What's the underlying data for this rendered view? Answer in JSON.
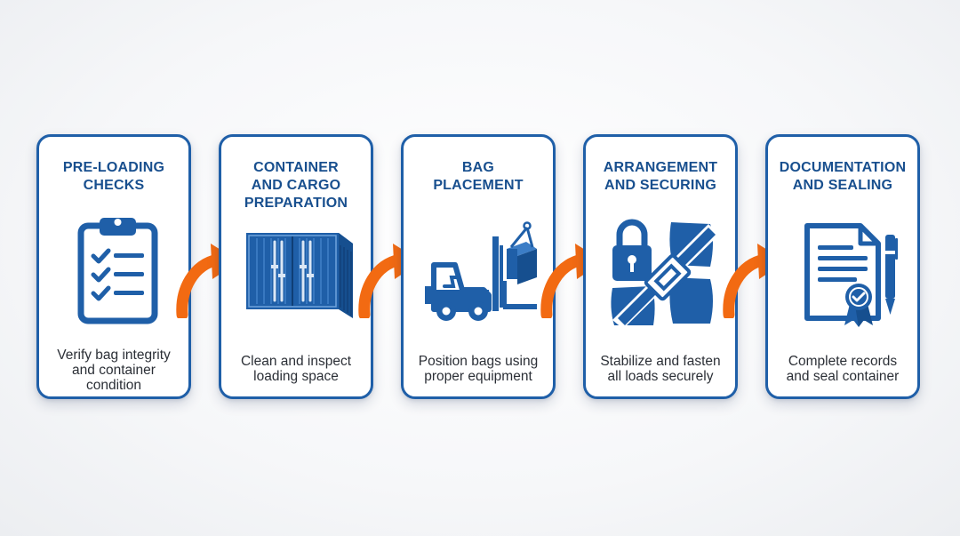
{
  "colors": {
    "primary_blue": "#1f5fa8",
    "dark_blue": "#184f8e",
    "accent_orange": "#f26a12",
    "text_dark": "#2b2f36"
  },
  "steps": [
    {
      "title_lines": [
        "PRE-LOADING",
        "CHECKS"
      ],
      "icon": "clipboard-checklist-icon",
      "desc_lines": [
        "Verify bag integrity",
        "and container",
        "condition"
      ]
    },
    {
      "title_lines": [
        "CONTAINER",
        "AND CARGO",
        "PREPARATION"
      ],
      "icon": "shipping-container-icon",
      "desc_lines": [
        "Clean and inspect",
        "loading space"
      ]
    },
    {
      "title_lines": [
        "BAG",
        "PLACEMENT"
      ],
      "icon": "forklift-icon",
      "desc_lines": [
        "Position bags using",
        "proper equipment"
      ]
    },
    {
      "title_lines": [
        "ARRANGEMENT",
        "AND SECURING"
      ],
      "icon": "padlock-strap-icon",
      "desc_lines": [
        "Stabilize and fasten",
        "all loads securely"
      ]
    },
    {
      "title_lines": [
        "DOCUMENTATION",
        "AND SEALING"
      ],
      "icon": "certificate-pen-icon",
      "desc_lines": [
        "Complete records",
        "and seal container"
      ]
    }
  ]
}
